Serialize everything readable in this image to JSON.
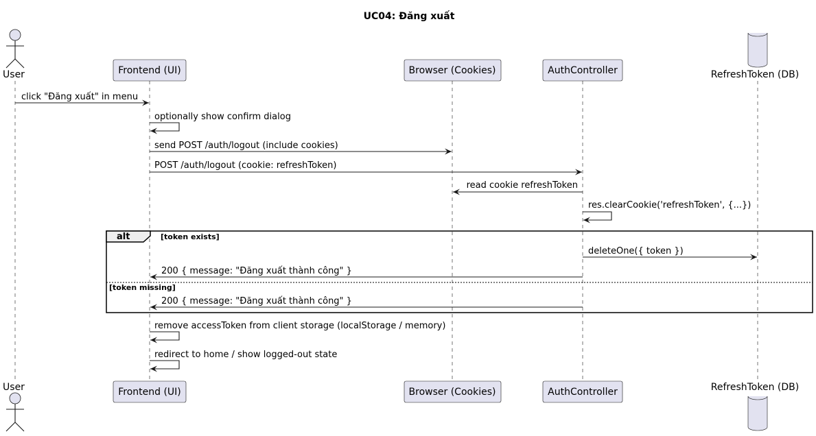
{
  "title": "UC04: Đăng xuất",
  "participants": [
    {
      "id": "user",
      "label": "User",
      "kind": "actor"
    },
    {
      "id": "frontend",
      "label": "Frontend (UI)",
      "kind": "participant"
    },
    {
      "id": "browser",
      "label": "Browser (Cookies)",
      "kind": "participant"
    },
    {
      "id": "auth",
      "label": "AuthController",
      "kind": "participant"
    },
    {
      "id": "db",
      "label": "RefreshToken (DB)",
      "kind": "database"
    }
  ],
  "messages": [
    {
      "from": "user",
      "to": "frontend",
      "text": "click \"Đăng xuất\" in menu"
    },
    {
      "from": "frontend",
      "to": "frontend",
      "text": "optionally show confirm dialog"
    },
    {
      "from": "frontend",
      "to": "browser",
      "text": "send POST /auth/logout (include cookies)"
    },
    {
      "from": "frontend",
      "to": "auth",
      "text": "POST /auth/logout (cookie: refreshToken)"
    },
    {
      "from": "auth",
      "to": "browser",
      "text": "read cookie refreshToken"
    },
    {
      "from": "auth",
      "to": "auth",
      "text": "res.clearCookie('refreshToken', {...})"
    },
    {
      "from": "auth",
      "to": "db",
      "text": "deleteOne({ token })"
    },
    {
      "from": "auth",
      "to": "frontend",
      "text": "200 { message: \"Đăng xuất thành công\" }"
    },
    {
      "from": "auth",
      "to": "frontend",
      "text": "200 { message: \"Đăng xuất thành công\" }"
    },
    {
      "from": "frontend",
      "to": "frontend",
      "text": "remove accessToken from client storage (localStorage / memory)"
    },
    {
      "from": "frontend",
      "to": "frontend",
      "text": "redirect to home / show logged-out state"
    }
  ],
  "fragment": {
    "keyword": "alt",
    "sections": [
      {
        "guard": "[token exists]"
      },
      {
        "guard": "[token missing]"
      }
    ]
  },
  "colors": {
    "participant_fill": "#E2E2F0",
    "line": "#181818"
  }
}
